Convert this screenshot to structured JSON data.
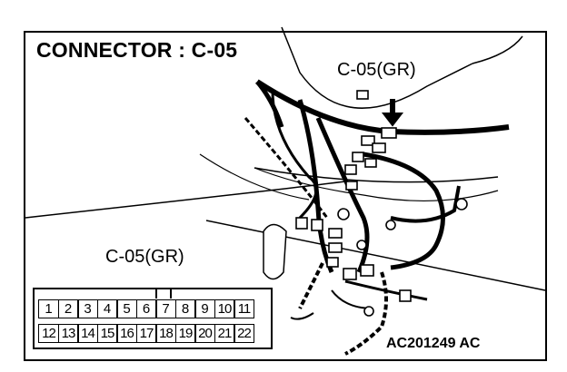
{
  "title": "CONNECTOR : C-05",
  "callouts": {
    "top": "C-05(GR)",
    "left": "C-05(GR)"
  },
  "figure_id": "AC201249 AC",
  "connector": {
    "row1": [
      "1",
      "2",
      "3",
      "4",
      "5",
      "6",
      "7",
      "8",
      "9",
      "10",
      "11"
    ],
    "row2": [
      "12",
      "13",
      "14",
      "15",
      "16",
      "17",
      "18",
      "19",
      "20",
      "21",
      "22"
    ]
  }
}
